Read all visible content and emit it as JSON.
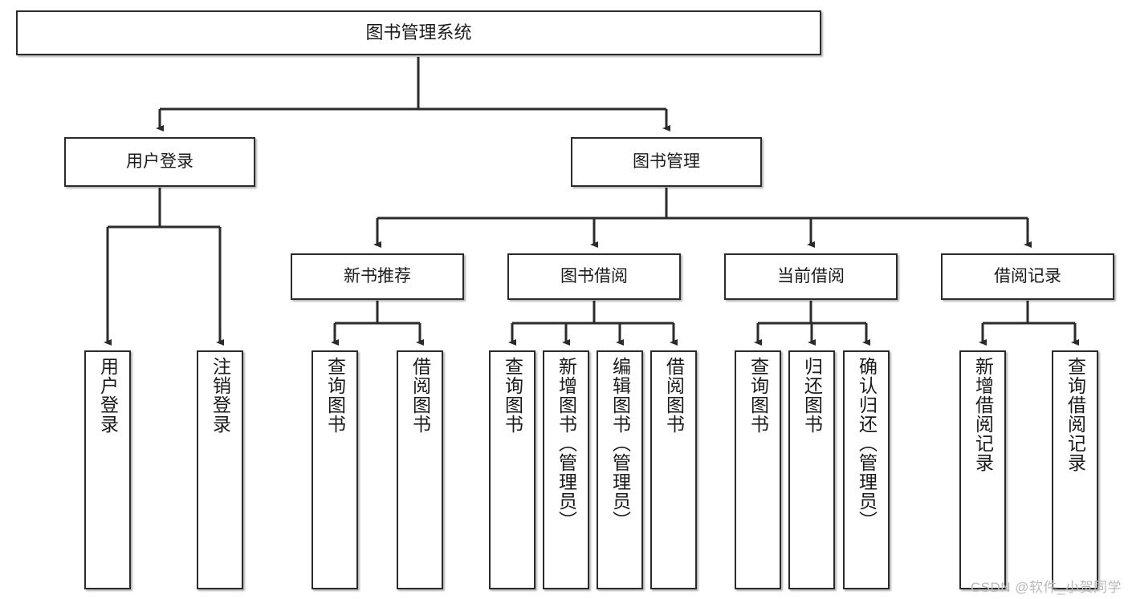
{
  "diagram": {
    "title": "图书管理系统",
    "watermark": "CSDN @软件_小贺同学",
    "colors": {
      "box_border": "#2b2b2b",
      "box_fill": "#ffffff",
      "connector": "#2b2b2b",
      "text": "#1a1a1a",
      "watermark": "#b9b9b9"
    },
    "root": {
      "label": "图书管理系统"
    },
    "level2": [
      {
        "label": "用户登录"
      },
      {
        "label": "图书管理"
      }
    ],
    "level3": [
      {
        "label": "新书推荐"
      },
      {
        "label": "图书借阅"
      },
      {
        "label": "当前借阅"
      },
      {
        "label": "借阅记录"
      }
    ],
    "leaves_user_login": [
      {
        "label": "用户登录"
      },
      {
        "label": "注销登录"
      }
    ],
    "leaves_new_book": [
      {
        "label": "查询图书"
      },
      {
        "label": "借阅图书"
      }
    ],
    "leaves_borrow": [
      {
        "label": "查询图书"
      },
      {
        "label": "新增图书（管理员）"
      },
      {
        "label": "编辑图书（管理员）"
      },
      {
        "label": "借阅图书"
      }
    ],
    "leaves_current": [
      {
        "label": "查询图书"
      },
      {
        "label": "归还图书"
      },
      {
        "label": "确认归还（管理员）"
      }
    ],
    "leaves_record": [
      {
        "label": "新增借阅记录"
      },
      {
        "label": "查询借阅记录"
      }
    ]
  }
}
